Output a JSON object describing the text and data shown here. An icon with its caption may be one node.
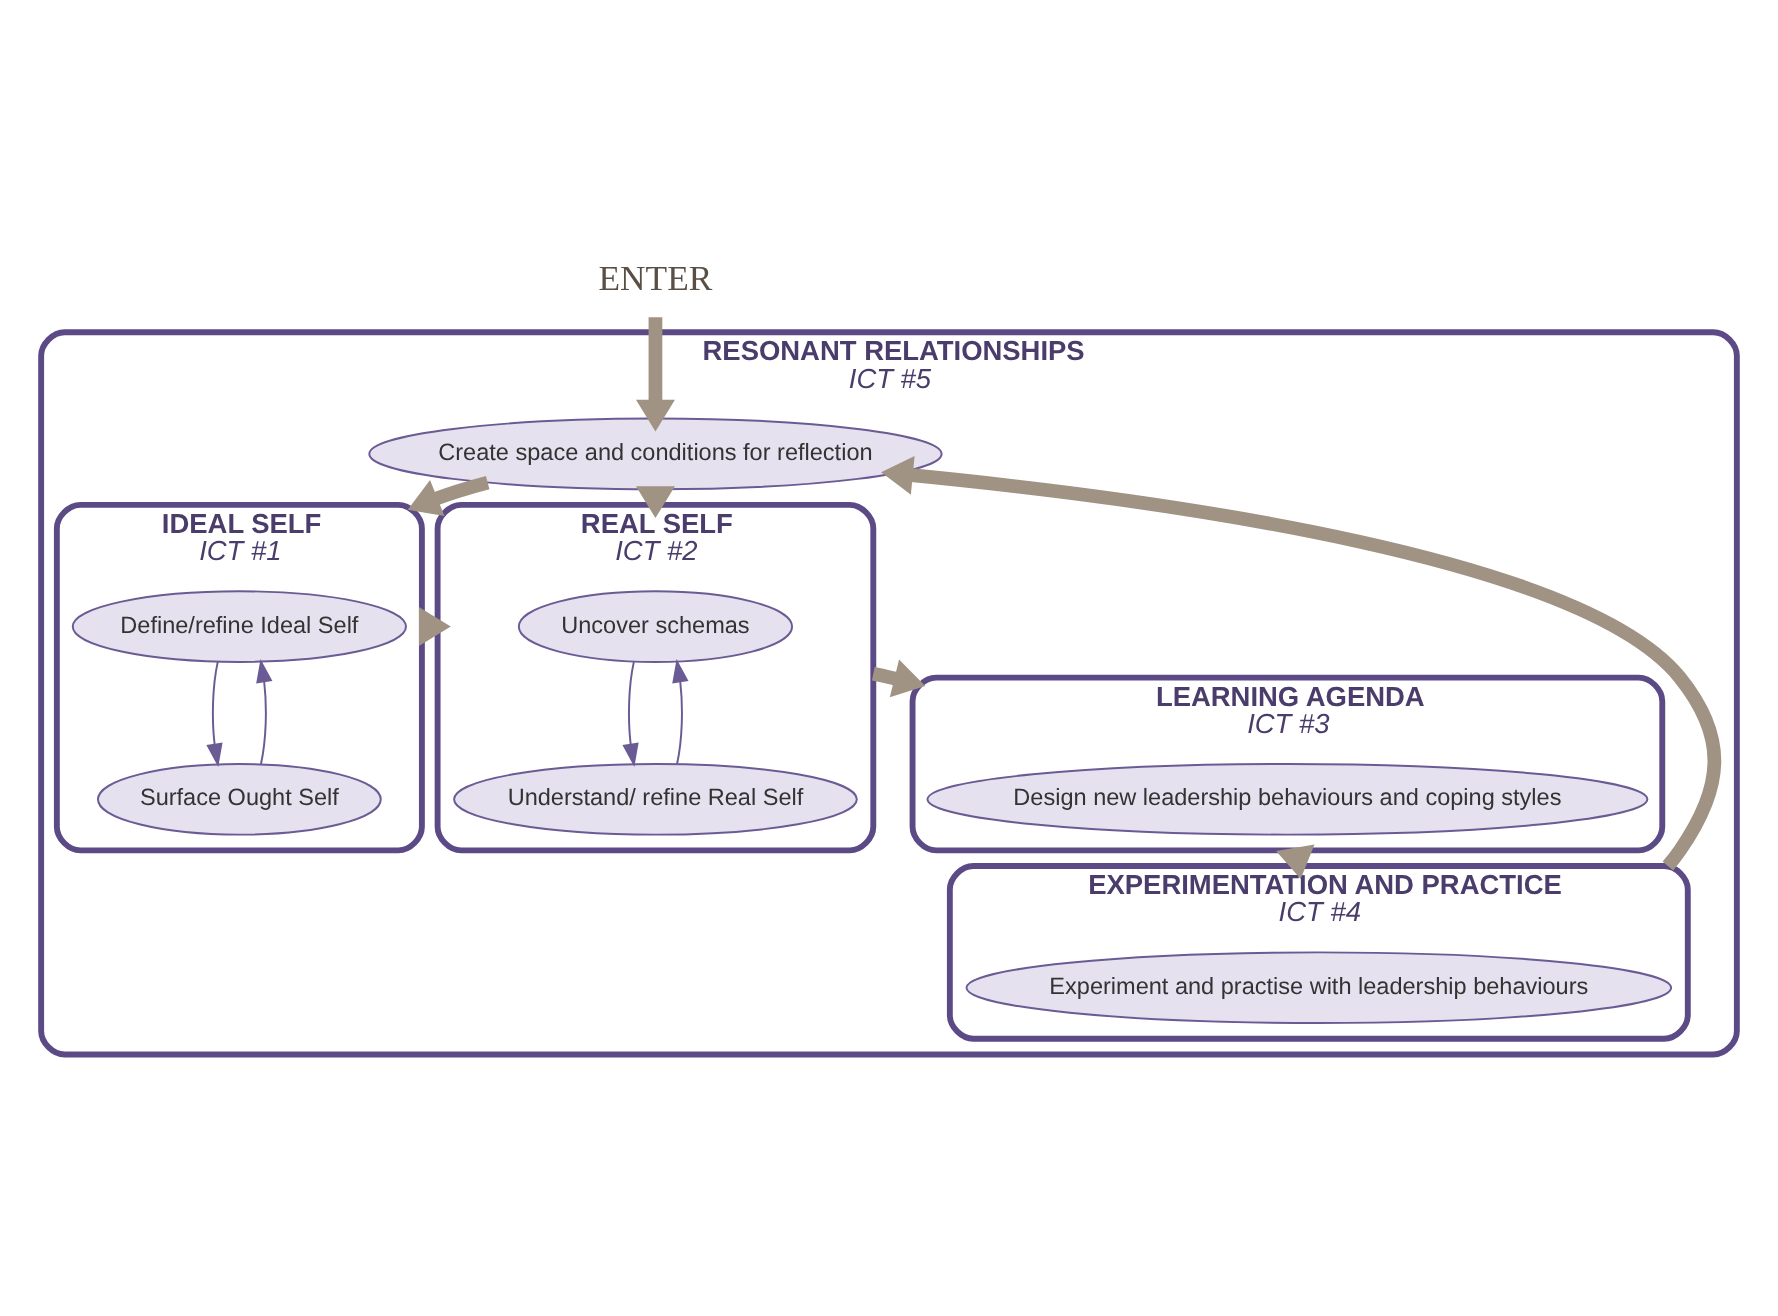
{
  "diagram": {
    "nodes": [
      {
        "text": [
          "RESONANT RELATIONSHIPS",
          "ICT #5"
        ]
      },
      {
        "text": [
          "ENTER"
        ]
      },
      {
        "text": [
          "Create space and conditions for reflection"
        ],
        "in": 0
      },
      {
        "text": [
          "IDEAL SELF",
          "ICT #1"
        ],
        "in": 0
      },
      {
        "text": [
          "Define/refine Ideal Self"
        ],
        "in": 3
      },
      {
        "text": [
          "Surface Ought Self"
        ],
        "in": 3
      },
      {
        "text": [
          "REAL SELF",
          "ICT #2"
        ],
        "in": 0
      },
      {
        "text": [
          "Uncover schemas"
        ],
        "in": 6
      },
      {
        "text": [
          "Understand/ refine Real Self"
        ],
        "in": 6
      },
      {
        "text": [
          "LEARNING AGENDA",
          "ICT #3"
        ],
        "in": 0
      },
      {
        "text": [
          "Design new leadership behaviours and coping styles"
        ],
        "in": 9
      },
      {
        "text": [
          "EXPERIMENTATION AND PRACTICE",
          "ICT #4"
        ],
        "in": 0
      },
      {
        "text": [
          "Experiment and practise with leadership behaviours"
        ],
        "in": 11
      }
    ],
    "edges": [
      {
        "from": 1,
        "to": 2,
        "arrow": "to",
        "style": "thick"
      },
      {
        "from": 2,
        "to": 3,
        "arrow": "to",
        "style": "thick"
      },
      {
        "from": 2,
        "to": 6,
        "arrow": "to",
        "style": "thick"
      },
      {
        "from": 4,
        "to": 5,
        "arrow": "to",
        "color": "#6b5b95"
      },
      {
        "from": 5,
        "to": 4,
        "arrow": "to",
        "color": "#6b5b95"
      },
      {
        "from": 7,
        "to": 8,
        "arrow": "to",
        "color": "#6b5b95"
      },
      {
        "from": 8,
        "to": 7,
        "arrow": "to",
        "color": "#6b5b95"
      },
      {
        "from": 3,
        "to": 6,
        "arrow": "to",
        "style": "thick"
      },
      {
        "from": 6,
        "to": 9,
        "arrow": "to",
        "style": "thick"
      },
      {
        "from": 9,
        "to": 11,
        "arrow": "to",
        "style": "thick"
      },
      {
        "from": 11,
        "to": 2,
        "arrow": "to",
        "style": "thick"
      }
    ]
  }
}
